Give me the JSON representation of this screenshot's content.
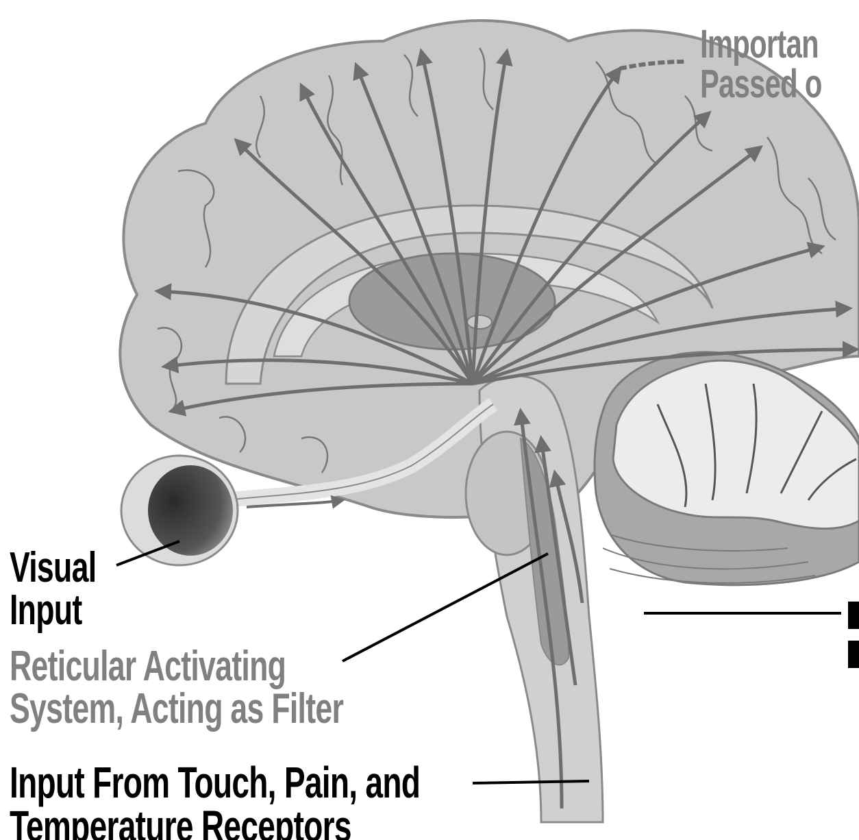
{
  "labels": {
    "top_right_line1": "Importan",
    "top_right_line2": "Passed o",
    "visual_line1": "Visual",
    "visual_line2": "Input",
    "ras_line1": "Reticular Activating",
    "ras_line2": "System, Acting as Filter",
    "touch_line1": "Input From Touch, Pain, and",
    "touch_line2": "Temperature Receptors"
  },
  "colors": {
    "label_black": "#000000",
    "label_grey": "#808080",
    "brain_fill": "#c8c8c8",
    "arrow": "#6e6e6e"
  }
}
